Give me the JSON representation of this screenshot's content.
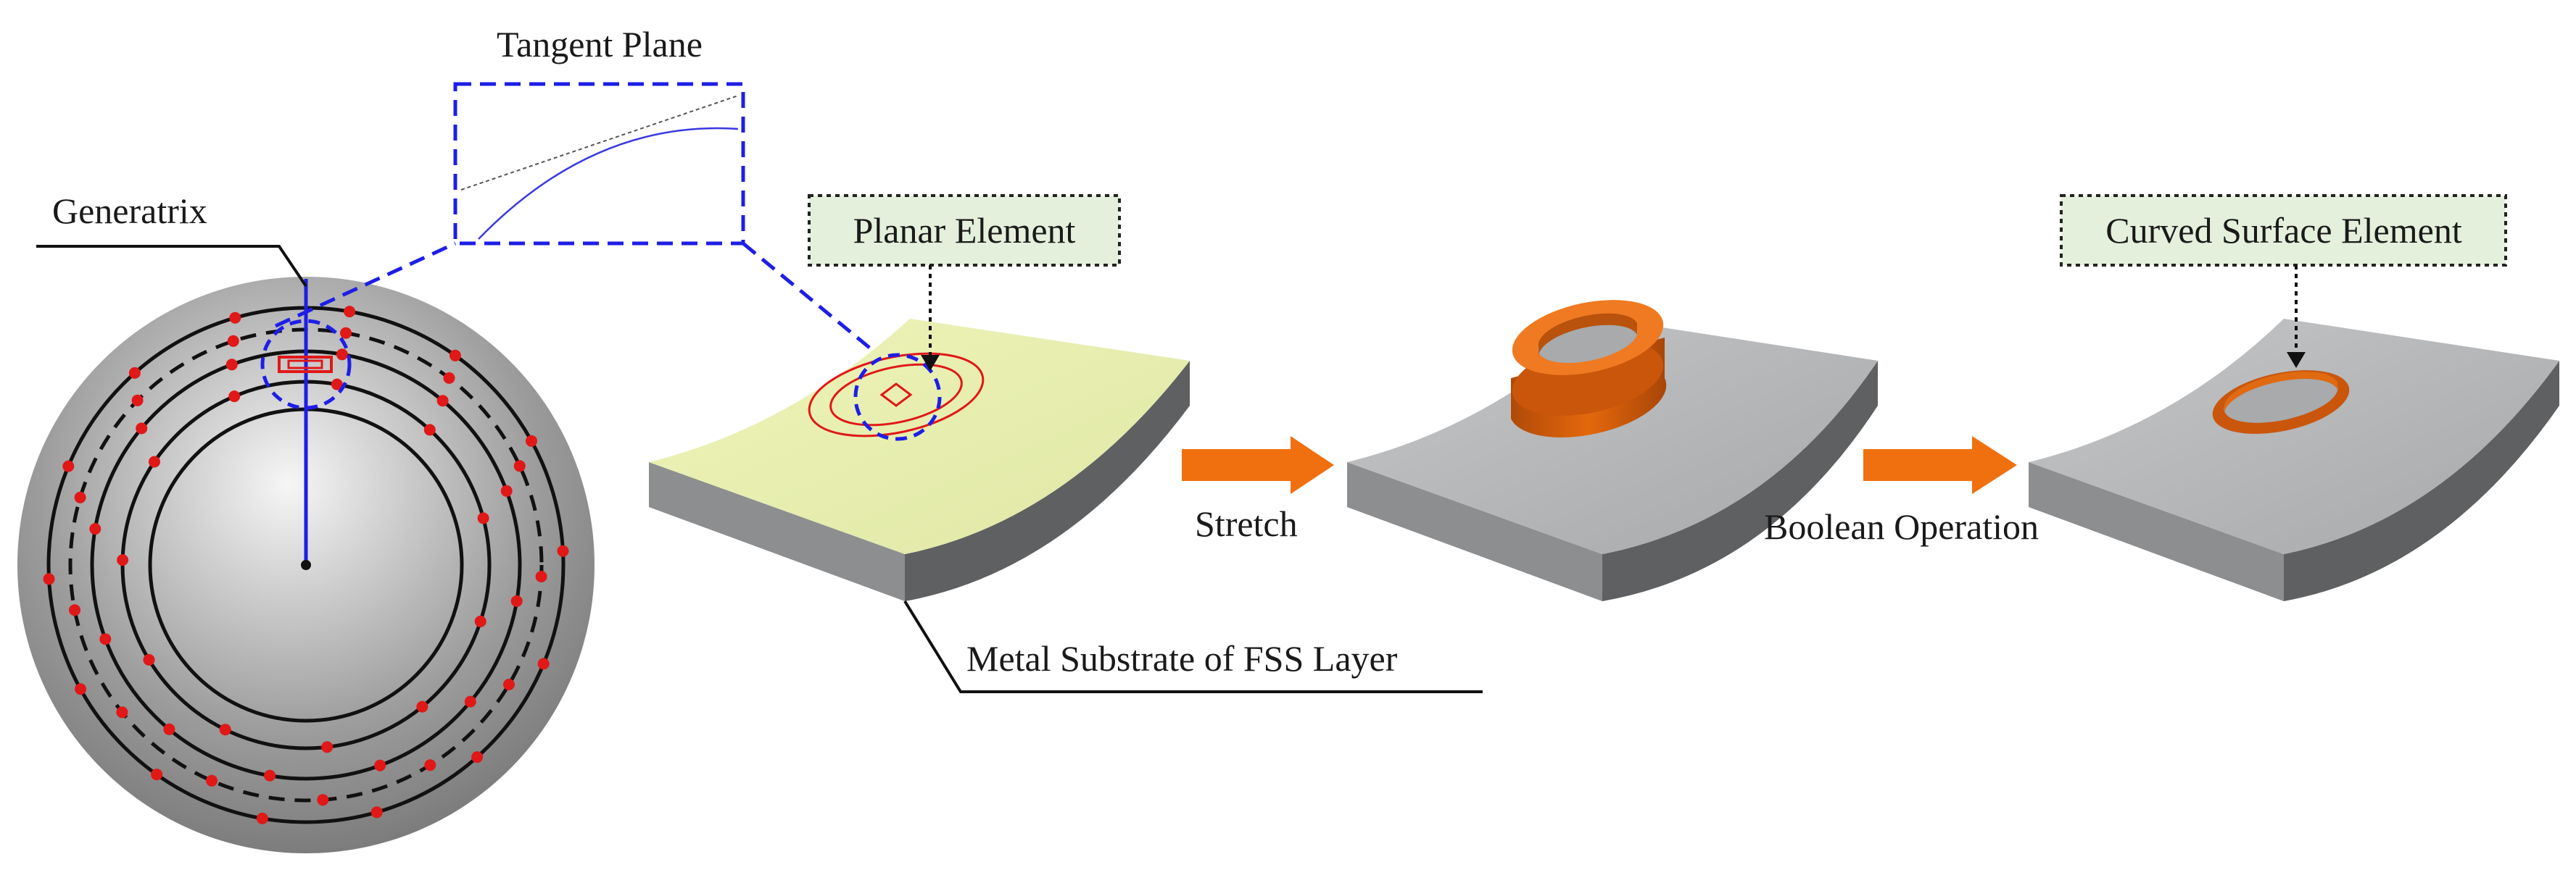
{
  "labels": {
    "tangent_plane": "Tangent Plane",
    "generatrix": "Generatrix",
    "planar_element": "Planar Element",
    "curved_surface_element": "Curved Surface Element",
    "stretch": "Stretch",
    "boolean_operation": "Boolean Operation",
    "metal_substrate": "Metal Substrate of FSS Layer"
  },
  "colors": {
    "highlight_blue": "#1e1ee6",
    "marker_red": "#e01818",
    "arrow_orange": "#f07010",
    "ring_orange": "#e8650e",
    "substrate_yellow": "#ecf2b4",
    "substrate_gray": "#b4b6b8",
    "label_box_fill": "#e4f0dc"
  }
}
